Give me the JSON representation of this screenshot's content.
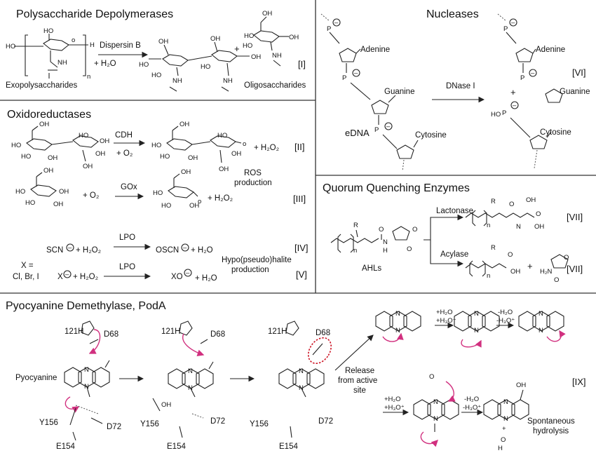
{
  "panels": {
    "polysaccharide": {
      "title": "Polysaccharide Depolymerases",
      "substrate": "Exopolysaccharides",
      "enzyme": "Dispersin B",
      "cosubstrate": "+ H₂O",
      "product": "Oligosaccharides",
      "plus": "+",
      "n": "n",
      "reaction": "[I]"
    },
    "nucleases": {
      "title": "Nucleases",
      "substrate": "eDNA",
      "enzyme": "DNase I",
      "bases": [
        "Adenine",
        "Guanine",
        "Cytosine"
      ],
      "plus": "+",
      "reaction": "[VI]"
    },
    "oxidoreductases": {
      "title": "Oxidoreductases",
      "enzyme_cdh": "CDH",
      "cdh_cosubstrate": "+ O₂",
      "cdh_product": "+ H₂O₂",
      "ros_line1": "ROS",
      "ros_line2": "production",
      "reaction_ii": "[II]",
      "enzyme_gox": "GOx",
      "gox_cosubstrate": "+ O₂",
      "gox_product": "+ H₂O₂",
      "reaction_iii": "[III]",
      "lpo_1": "LPO",
      "scn": "SCN",
      "scn_h2o2": "+ H₂O₂",
      "oscn": "OSCN",
      "oscn_h2o": "+ H₂O",
      "reaction_iv": "[IV]",
      "x_def_line1": "X =",
      "x_def_line2": "Cl, Br, I",
      "lpo_2": "LPO",
      "x_ion": "X",
      "x_h2o2": "+ H₂O₂",
      "xo": "XO",
      "xo_h2o": "+ H₂O",
      "hypo_line1": "Hypo(pseudo)halite",
      "hypo_line2": "production",
      "reaction_v": "[V]"
    },
    "quorum": {
      "title": "Quorum Quenching Enzymes",
      "substrate": "AHLs",
      "enzyme_lactonase": "Lactonase",
      "reaction_lactonase": "[VII]",
      "enzyme_acylase": "Acylase",
      "plus": "+",
      "reaction_acylase": "[VII]",
      "n": "n",
      "r": "R",
      "oh": "OH",
      "amine": "H₂N",
      "nh": "N",
      "h": "H"
    },
    "podA": {
      "title": "Pyocyanine Demethylase, PodA",
      "pyocyanine": "Pyocyanine",
      "residue_h121": "121H",
      "residue_d68": "D68",
      "residue_y156": "Y156",
      "residue_d72": "D72",
      "residue_e154": "E154",
      "release_line1": "Release",
      "release_line2": "from active",
      "release_line3": "site",
      "reaction": "[IX]",
      "spont_line1": "Spontaneous",
      "spont_line2": "hydrolysis",
      "water_steps": [
        "+H₂O",
        "+H₃O⁺",
        "-H₂O",
        "-H₃O⁺"
      ],
      "oh_label": "OH",
      "n_atom": "N",
      "h_atom": "H"
    }
  }
}
